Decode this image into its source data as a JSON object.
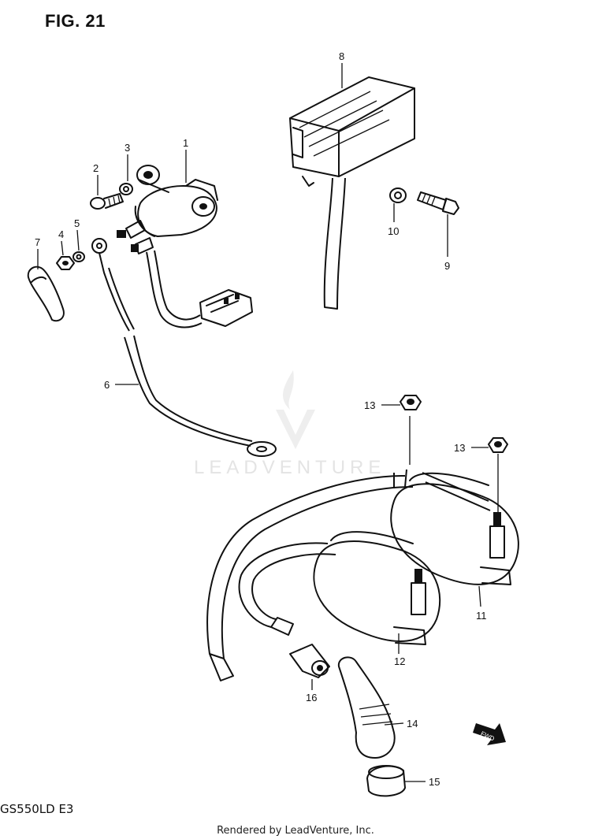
{
  "figure": {
    "title": "FIG. 21",
    "model": "GS550LD  E3"
  },
  "footer": {
    "text": "Rendered by LeadVenture, Inc."
  },
  "watermark": {
    "text": "LEADVENTURE"
  },
  "callouts": {
    "p1": "1",
    "p2": "2",
    "p3": "3",
    "p4": "4",
    "p5": "5",
    "p6": "6",
    "p7": "7",
    "p8": "8",
    "p9": "9",
    "p10": "10",
    "p11": "11",
    "p12": "12",
    "p13a": "13",
    "p13b": "13",
    "p14": "14",
    "p15": "15",
    "p16": "16"
  },
  "fwd_label": "FWD",
  "colors": {
    "ink": "#111111",
    "watermark": "#e4e4e4",
    "background": "#ffffff"
  }
}
